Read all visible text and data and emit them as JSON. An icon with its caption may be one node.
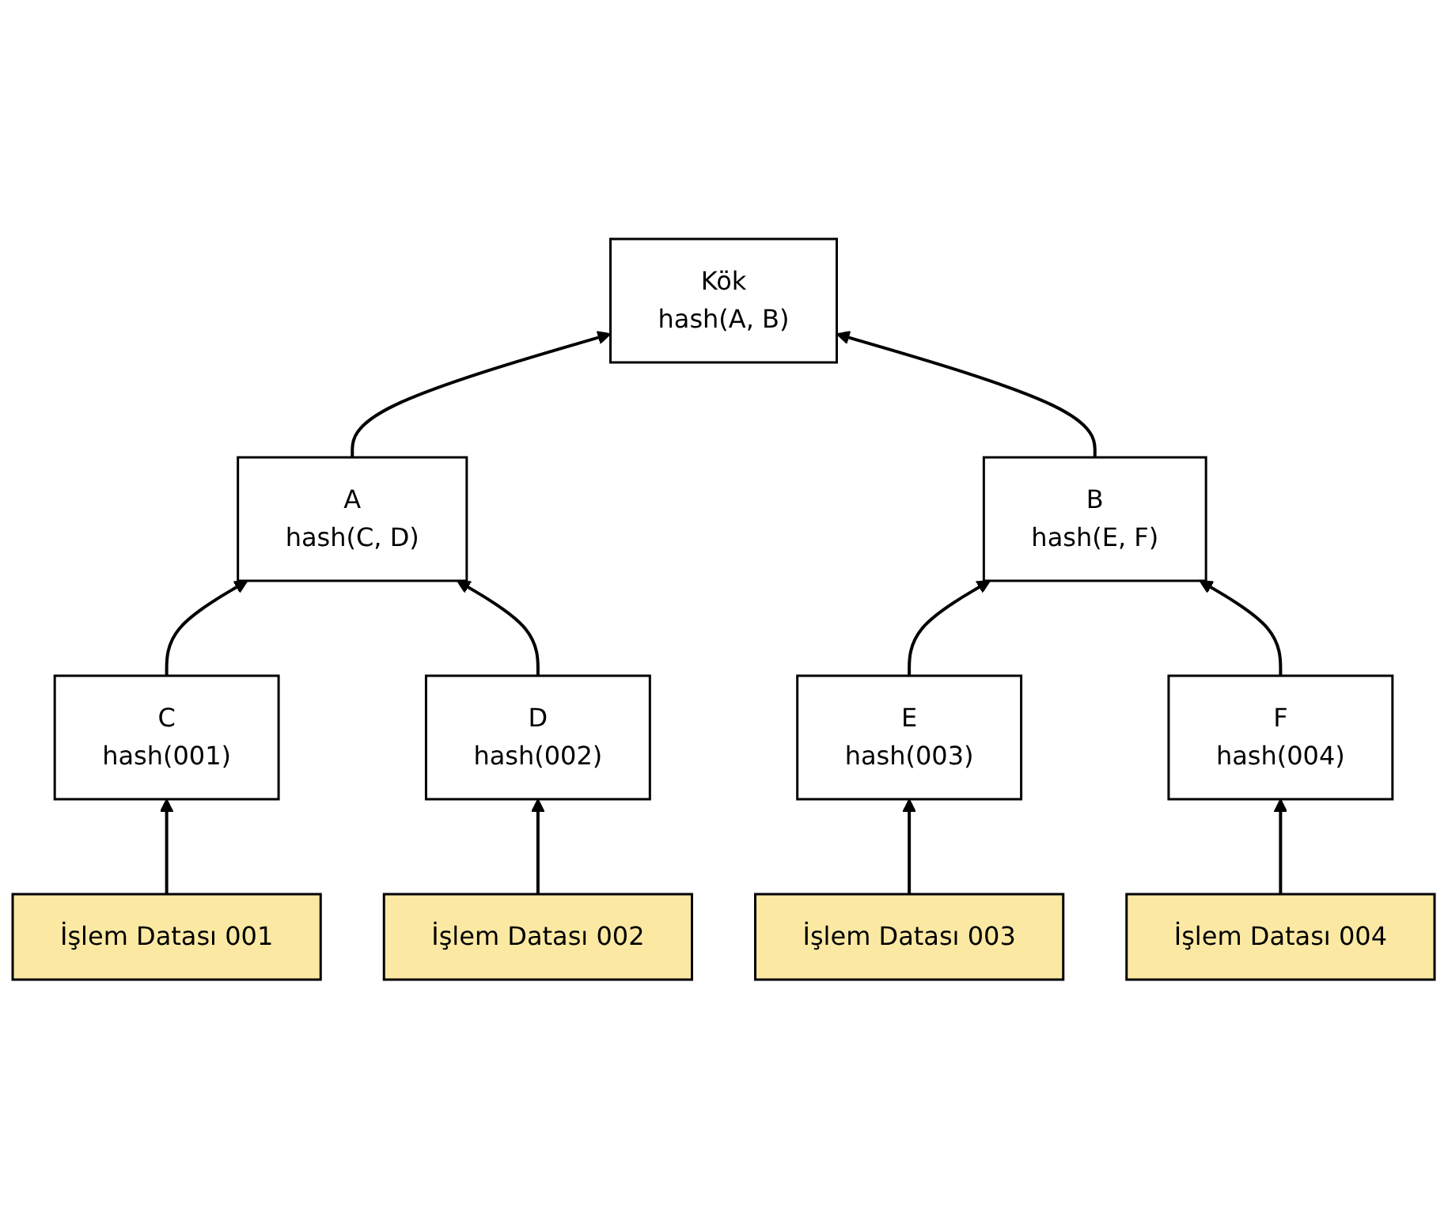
{
  "diagram": {
    "nodes": [
      {
        "text": [
          "Kök",
          "hash(A, B)"
        ]
      },
      {
        "text": [
          "A",
          "hash(C, D)"
        ]
      },
      {
        "text": [
          "B",
          "hash(E, F)"
        ]
      },
      {
        "text": [
          "C",
          "hash(001)"
        ]
      },
      {
        "text": [
          "D",
          "hash(002)"
        ]
      },
      {
        "text": [
          "E",
          "hash(003)"
        ]
      },
      {
        "text": [
          "F",
          "hash(004)"
        ]
      },
      {
        "text": [
          "İşlem Datası 001"
        ]
      },
      {
        "text": [
          "İşlem Datası 002"
        ]
      },
      {
        "text": [
          "İşlem Datası 003"
        ]
      },
      {
        "text": [
          "İşlem Datası 004"
        ]
      }
    ],
    "edges": [
      {
        "from": 1,
        "to": 0,
        "arrow": "to"
      },
      {
        "from": 2,
        "to": 0,
        "arrow": "to"
      },
      {
        "from": 3,
        "to": 1,
        "arrow": "to"
      },
      {
        "from": 4,
        "to": 1,
        "arrow": "to"
      },
      {
        "from": 5,
        "to": 2,
        "arrow": "to"
      },
      {
        "from": 6,
        "to": 2,
        "arrow": "to"
      },
      {
        "from": 7,
        "to": 3,
        "arrow": "to"
      },
      {
        "from": 8,
        "to": 4,
        "arrow": "to"
      },
      {
        "from": 9,
        "to": 5,
        "arrow": "to"
      },
      {
        "from": 10,
        "to": 6,
        "arrow": "to"
      }
    ]
  }
}
